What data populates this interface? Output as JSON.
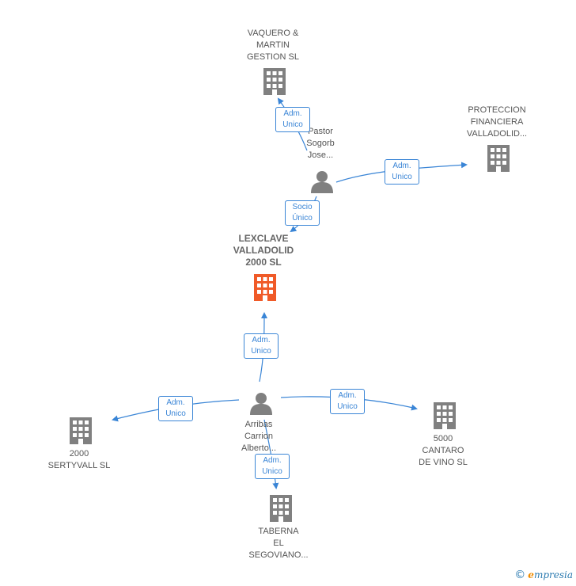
{
  "nodes": {
    "main_company": {
      "name": "LEXCLAVE\nVALLADOLID\n2000  SL",
      "type": "company-main"
    },
    "vaquero": {
      "name": "VAQUERO &\nMARTIN\nGESTION SL",
      "type": "company"
    },
    "proteccion": {
      "name": "PROTECCION\nFINANCIERA\nVALLADOLID...",
      "type": "company"
    },
    "pastor": {
      "name": "Pastor\nSogorb\nJose...",
      "type": "person"
    },
    "arribas": {
      "name": "Arribas\nCarrion\nAlberto...",
      "type": "person"
    },
    "sertyvall": {
      "name": "2000\nSERTYVALL  SL",
      "type": "company"
    },
    "cantaro": {
      "name": "5000\nCANTARO\nDE VINO  SL",
      "type": "company"
    },
    "taberna": {
      "name": "TABERNA\nEL\nSEGOVIANO...",
      "type": "company"
    }
  },
  "relations": {
    "pastor_vaquero": "Adm.\nUnico",
    "pastor_proteccion": "Adm.\nUnico",
    "pastor_main": "Socio\nÚnico",
    "arribas_main": "Adm.\nUnico",
    "arribas_sertyvall": "Adm.\nUnico",
    "arribas_cantaro": "Adm.\nUnico",
    "arribas_taberna": "Adm.\nUnico"
  },
  "colors": {
    "edge": "#3a85d6",
    "company_icon": "#808080",
    "main_icon": "#f05a28",
    "person_icon": "#808080"
  },
  "footer": {
    "copyright_symbol": "©",
    "brand_first": "e",
    "brand_rest": "mpresia"
  }
}
